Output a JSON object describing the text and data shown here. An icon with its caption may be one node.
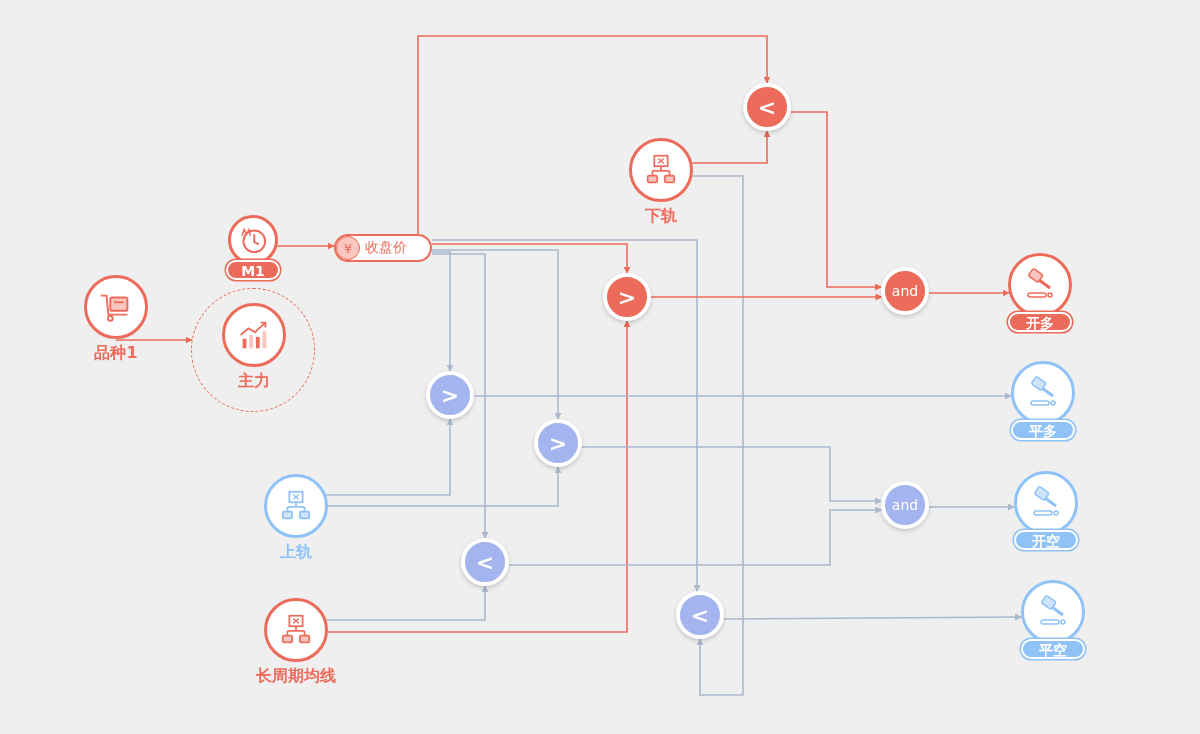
{
  "diagram": {
    "nodes": [
      {
        "text": [
          "品种1"
        ]
      },
      {
        "text": [],
        "shape": "circle"
      },
      {
        "text": [
          "M1"
        ]
      },
      {
        "text": [
          "主力"
        ],
        "in": 1
      },
      {
        "text": [
          "¥",
          "收盘价"
        ]
      },
      {
        "text": [
          "下轨"
        ]
      },
      {
        "text": [
          "上轨"
        ]
      },
      {
        "text": [
          "长周期均线"
        ]
      },
      {
        "text": [
          "<"
        ]
      },
      {
        "text": [
          ">"
        ]
      },
      {
        "text": [
          "and"
        ]
      },
      {
        "text": [
          "开多"
        ]
      },
      {
        "text": [
          ">"
        ]
      },
      {
        "text": [
          ">"
        ]
      },
      {
        "text": [
          "<"
        ]
      },
      {
        "text": [
          "<"
        ]
      },
      {
        "text": [
          "and"
        ]
      },
      {
        "text": [
          "平多"
        ]
      },
      {
        "text": [
          "开空"
        ]
      },
      {
        "text": [
          "平空"
        ]
      }
    ],
    "edges": [
      {
        "from": 0,
        "to": 1,
        "arrow": "to",
        "color": "#ec6b5a"
      },
      {
        "from": 2,
        "to": 4,
        "arrow": "to",
        "color": "#ec6b5a"
      },
      {
        "from": 4,
        "to": 8,
        "arrow": "to",
        "color": "#ec6b5a"
      },
      {
        "from": 4,
        "to": 9,
        "arrow": "to",
        "color": "#ec6b5a"
      },
      {
        "from": 4,
        "to": 12,
        "arrow": "to"
      },
      {
        "from": 4,
        "to": 13,
        "arrow": "to"
      },
      {
        "from": 4,
        "to": 14,
        "arrow": "to"
      },
      {
        "from": 4,
        "to": 15,
        "arrow": "to"
      },
      {
        "from": 5,
        "to": 8,
        "arrow": "to",
        "color": "#ec6b5a"
      },
      {
        "from": 5,
        "to": 15,
        "arrow": "to"
      },
      {
        "from": 6,
        "to": 12,
        "arrow": "to"
      },
      {
        "from": 6,
        "to": 13,
        "arrow": "to"
      },
      {
        "from": 7,
        "to": 14,
        "arrow": "to"
      },
      {
        "from": 7,
        "to": 9,
        "arrow": "to",
        "color": "#ec6b5a"
      },
      {
        "from": 8,
        "to": 10,
        "arrow": "to",
        "color": "#ec6b5a"
      },
      {
        "from": 9,
        "to": 10,
        "arrow": "to",
        "color": "#ec6b5a"
      },
      {
        "from": 10,
        "to": 11,
        "arrow": "to",
        "color": "#ec6b5a"
      },
      {
        "from": 12,
        "to": 17,
        "arrow": "to"
      },
      {
        "from": 13,
        "to": 16,
        "arrow": "to"
      },
      {
        "from": 14,
        "to": 16,
        "arrow": "to"
      },
      {
        "from": 16,
        "to": 18,
        "arrow": "to"
      },
      {
        "from": 15,
        "to": 19,
        "arrow": "to"
      }
    ]
  }
}
